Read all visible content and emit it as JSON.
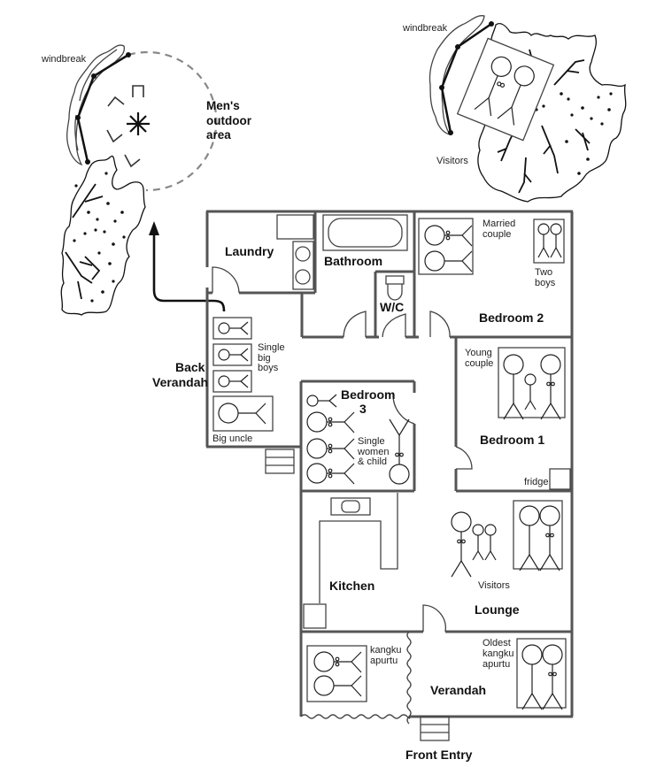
{
  "diagram": {
    "type": "house floor plan with sleeping arrangements",
    "rooms": {
      "laundry": "Laundry",
      "bathroom": "Bathroom",
      "wc": "W/C",
      "bedroom2": "Bedroom 2",
      "bedroom1": "Bedroom 1",
      "bedroom3_line1": "Bedroom",
      "bedroom3_line2": "3",
      "kitchen": "Kitchen",
      "lounge": "Lounge",
      "verandah": "Verandah",
      "back_verandah_line1": "Back",
      "back_verandah_line2": "Verandah",
      "front_entry": "Front Entry"
    },
    "outdoor": {
      "mens_area_line1": "Men's",
      "mens_area_line2": "outdoor",
      "mens_area_line3": "area",
      "windbreak_left": "windbreak",
      "windbreak_right": "windbreak",
      "visitors_outdoor": "Visitors"
    },
    "occupants": {
      "married_couple_line1": "Married",
      "married_couple_line2": "couple",
      "two_boys_line1": "Two",
      "two_boys_line2": "boys",
      "single_big_boys_line1": "Single",
      "single_big_boys_line2": "big",
      "single_big_boys_line3": "boys",
      "big_uncle": "Big uncle",
      "young_couple_line1": "Young",
      "young_couple_line2": "couple",
      "single_women_line1": "Single",
      "single_women_line2": "women",
      "single_women_line3": "& child",
      "visitors_lounge": "Visitors",
      "kangku_line1": "kangku",
      "kangku_line2": "apurtu",
      "oldest_line1": "Oldest",
      "oldest_line2": "kangku",
      "oldest_line3": "apurtu"
    },
    "fixtures": {
      "fridge": "fridge"
    }
  }
}
